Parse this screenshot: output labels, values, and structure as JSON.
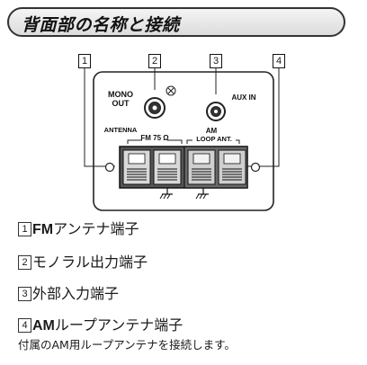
{
  "header": {
    "title": "背面部の名称と接続"
  },
  "diagram": {
    "callouts": [
      "1",
      "2",
      "3",
      "4"
    ],
    "mono_out_label_1": "MONO",
    "mono_out_label_2": "OUT",
    "aux_in_label": "AUX IN",
    "antenna_label": "ANTENNA",
    "fm_label": "FM 75 Ω",
    "am_label": "AM",
    "loop_ant_label": "LOOP ANT."
  },
  "items": [
    {
      "num": "1",
      "bold": "FM",
      "text": "アンテナ端子"
    },
    {
      "num": "2",
      "bold": "",
      "text": "モノラル出力端子"
    },
    {
      "num": "3",
      "bold": "",
      "text": "外部入力端子"
    },
    {
      "num": "4",
      "bold": "AM",
      "text": "ループアンテナ端子"
    }
  ],
  "item4_description": "付属のAM用ループアンテナを接続します。"
}
